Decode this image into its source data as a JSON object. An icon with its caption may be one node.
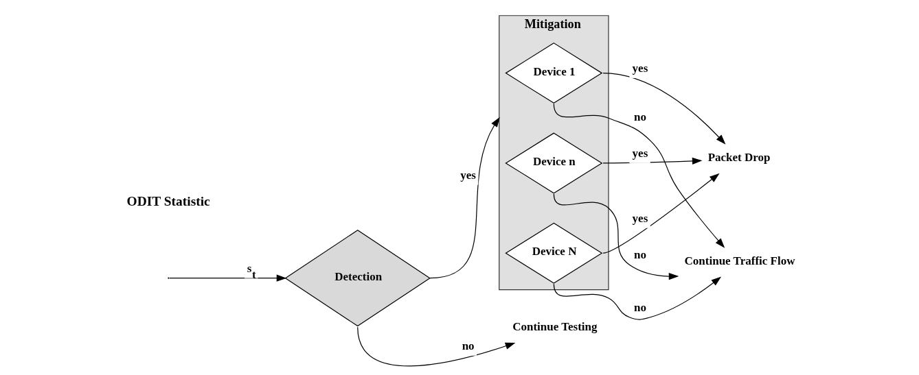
{
  "diagram": {
    "nodes": [
      {
        "text": [
          "Detection"
        ]
      },
      {
        "text": [
          "Mitigation"
        ]
      },
      {
        "text": [
          "Device 1"
        ],
        "in": 1
      },
      {
        "text": [
          "Device n"
        ],
        "in": 1
      },
      {
        "text": [
          "Device N"
        ],
        "in": 1
      },
      {
        "text": [
          "Packet Drop"
        ]
      },
      {
        "text": [
          "Continue Testing"
        ]
      },
      {
        "text": [
          "Continue Traffic Flow"
        ]
      }
    ],
    "edges": [
      {
        "from": null,
        "to": 0,
        "arrow": "to",
        "label": "s$_{t}$"
      },
      {
        "from": 0,
        "to": 1,
        "arrow": "to",
        "label": "yes"
      },
      {
        "from": 0,
        "to": 6,
        "arrow": "to",
        "label": "no"
      },
      {
        "from": 2,
        "to": 5,
        "arrow": "to",
        "label": "yes"
      },
      {
        "from": 3,
        "to": 5,
        "arrow": "to",
        "label": "yes"
      },
      {
        "from": 4,
        "to": 5,
        "arrow": "to",
        "label": "yes"
      },
      {
        "from": 2,
        "to": 7,
        "arrow": "to",
        "label": "no"
      },
      {
        "from": 3,
        "to": 7,
        "arrow": "to",
        "label": "no"
      },
      {
        "from": 4,
        "to": 7,
        "arrow": "to",
        "label": "no"
      }
    ],
    "labels": [
      "ODIT Statistic"
    ]
  }
}
